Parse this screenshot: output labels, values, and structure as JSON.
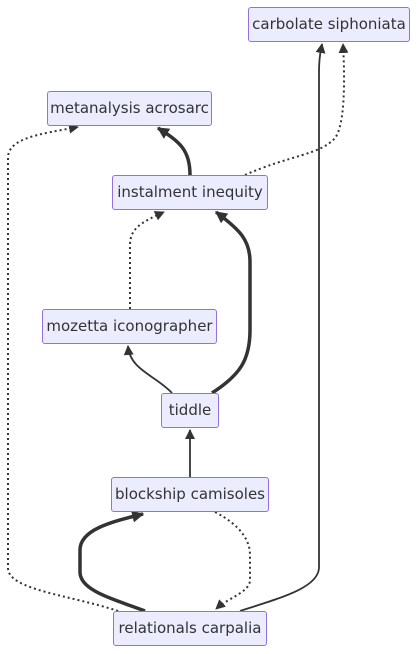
{
  "nodes": {
    "carbolate": "carbolate siphoniata",
    "metanalysis": "metanalysis acrosarc",
    "instalment": "instalment inequity",
    "mozetta": "mozetta iconographer",
    "tiddle": "tiddle",
    "blockship": "blockship camisoles",
    "relationals": "relationals carpalia"
  },
  "edges": [
    {
      "from": "instalment",
      "to": "metanalysis",
      "style": "thick"
    },
    {
      "from": "instalment",
      "to": "carbolate",
      "style": "dotted"
    },
    {
      "from": "mozetta",
      "to": "instalment",
      "style": "dotted"
    },
    {
      "from": "tiddle",
      "to": "instalment",
      "style": "thick"
    },
    {
      "from": "tiddle",
      "to": "mozetta",
      "style": "normal"
    },
    {
      "from": "blockship",
      "to": "tiddle",
      "style": "normal"
    },
    {
      "from": "relationals",
      "to": "blockship",
      "style": "thick"
    },
    {
      "from": "blockship",
      "to": "relationals",
      "style": "dotted"
    },
    {
      "from": "relationals",
      "to": "metanalysis",
      "style": "dotted"
    },
    {
      "from": "relationals",
      "to": "carbolate",
      "style": "normal"
    }
  ],
  "colors": {
    "node_fill": "#ececff",
    "node_border": "#9370db",
    "edge": "#333333",
    "text": "#333333"
  }
}
